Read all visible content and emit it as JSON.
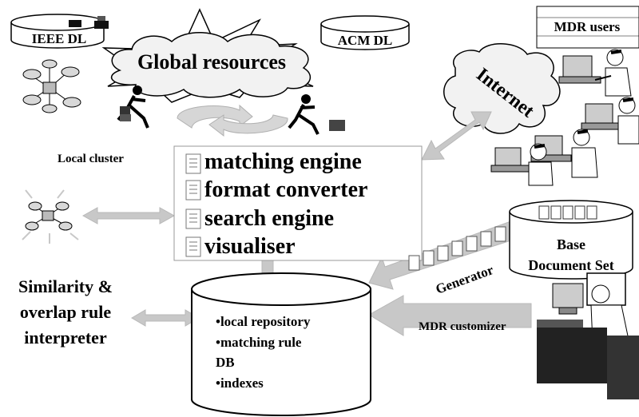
{
  "global": {
    "ieee_label": "IEEE DL",
    "acm_label": "ACM DL",
    "resources_label": "Global resources"
  },
  "internet": {
    "label": "Internet"
  },
  "users": {
    "label": "MDR users"
  },
  "cluster": {
    "label": "Local cluster"
  },
  "engine": {
    "items": [
      "matching engine",
      "format converter",
      "search engine",
      "visualiser"
    ]
  },
  "rules": {
    "line1": "Similarity &",
    "line2": "overlap rule",
    "line3": "interpreter"
  },
  "repository": {
    "items": [
      "•local repository",
      "•matching rule",
      "DB",
      "•indexes"
    ]
  },
  "base": {
    "line1": "Base",
    "line2": "Document Set"
  },
  "generator": {
    "label": "Generator"
  },
  "customizer": {
    "label": "MDR customizer"
  },
  "colors": {
    "arrow": "#c8c8c8",
    "cloud": "#f2f2f2",
    "ink": "#000000"
  }
}
